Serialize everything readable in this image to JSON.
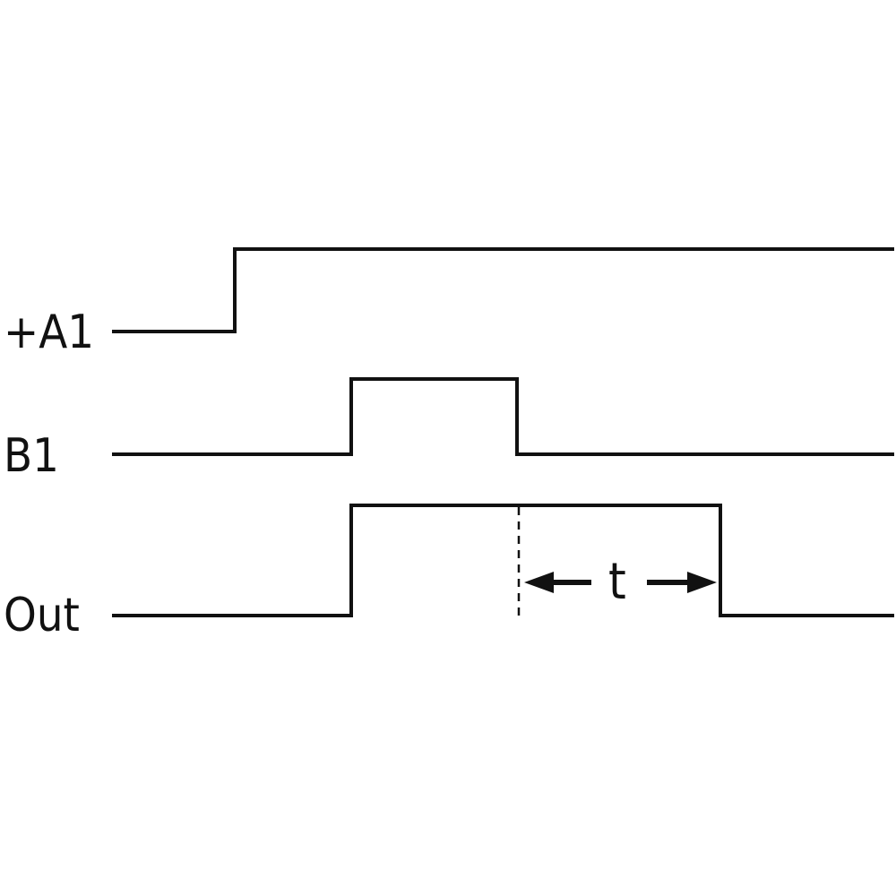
{
  "signals": [
    {
      "id": "a1",
      "label": "+A1"
    },
    {
      "id": "b1",
      "label": "B1"
    },
    {
      "id": "out",
      "label": "Out"
    }
  ],
  "timing": {
    "label": "t"
  },
  "colors": {
    "line": "#111111",
    "background": "#ffffff"
  }
}
